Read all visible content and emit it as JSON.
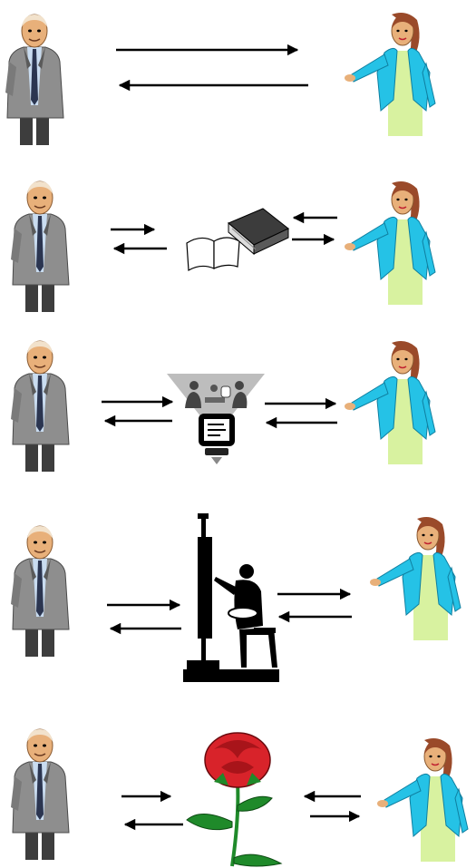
{
  "diagram": {
    "rows": [
      {
        "left": "man",
        "middle": "none",
        "right": "woman",
        "arrows": [
          "right",
          "left"
        ]
      },
      {
        "left": "man",
        "middle": "books",
        "right": "woman",
        "arrows": [
          "right",
          "left",
          "left",
          "right"
        ]
      },
      {
        "left": "man",
        "middle": "computer-meeting",
        "right": "woman",
        "arrows": [
          "right",
          "left",
          "right",
          "left"
        ]
      },
      {
        "left": "man",
        "middle": "painter-easel",
        "right": "woman",
        "arrows": [
          "right",
          "left",
          "right",
          "left"
        ]
      },
      {
        "left": "man",
        "middle": "rose",
        "right": "woman",
        "arrows": [
          "right",
          "left",
          "left",
          "right"
        ]
      }
    ],
    "colors": {
      "suit": "#8e8e8e",
      "suit_dark": "#4a4a4a",
      "tie": "#2b3550",
      "shirt": "#c9dcf0",
      "skin": "#e8b07a",
      "hair_woman": "#9a4a2a",
      "jacket": "#25c2e6",
      "top": "#d8f2a0",
      "rose": "#d8232a",
      "stem": "#1f8a2a",
      "ink": "#000000"
    }
  }
}
